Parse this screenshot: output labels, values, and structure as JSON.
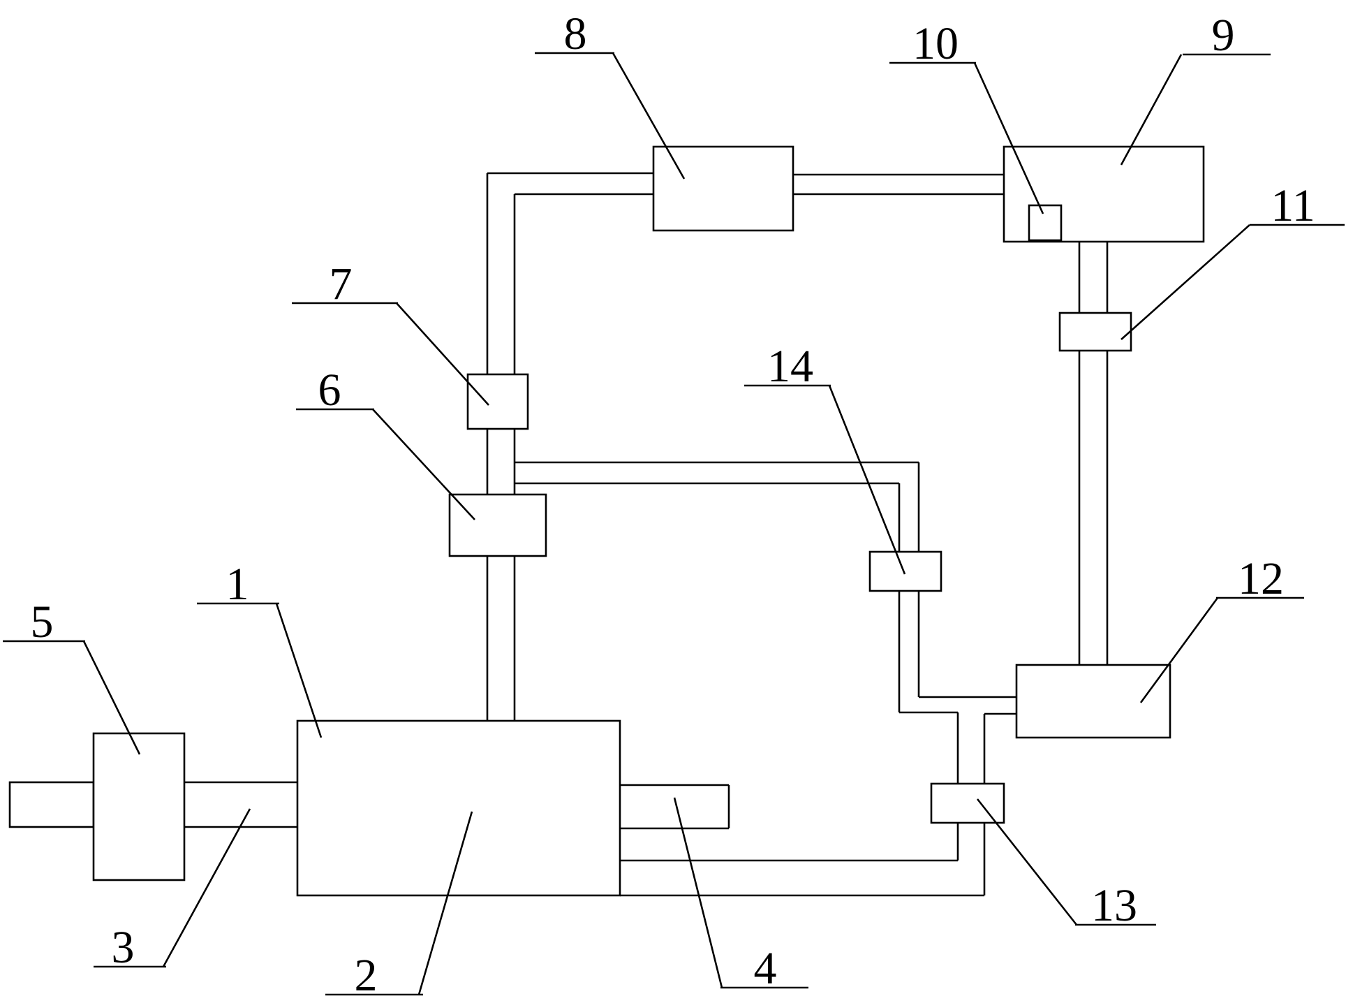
{
  "diagram": {
    "labels": {
      "l1": "1",
      "l2": "2",
      "l3": "3",
      "l4": "4",
      "l5": "5",
      "l6": "6",
      "l7": "7",
      "l8": "8",
      "l9": "9",
      "l10": "10",
      "l11": "11",
      "l12": "12",
      "l13": "13",
      "l14": "14"
    }
  }
}
